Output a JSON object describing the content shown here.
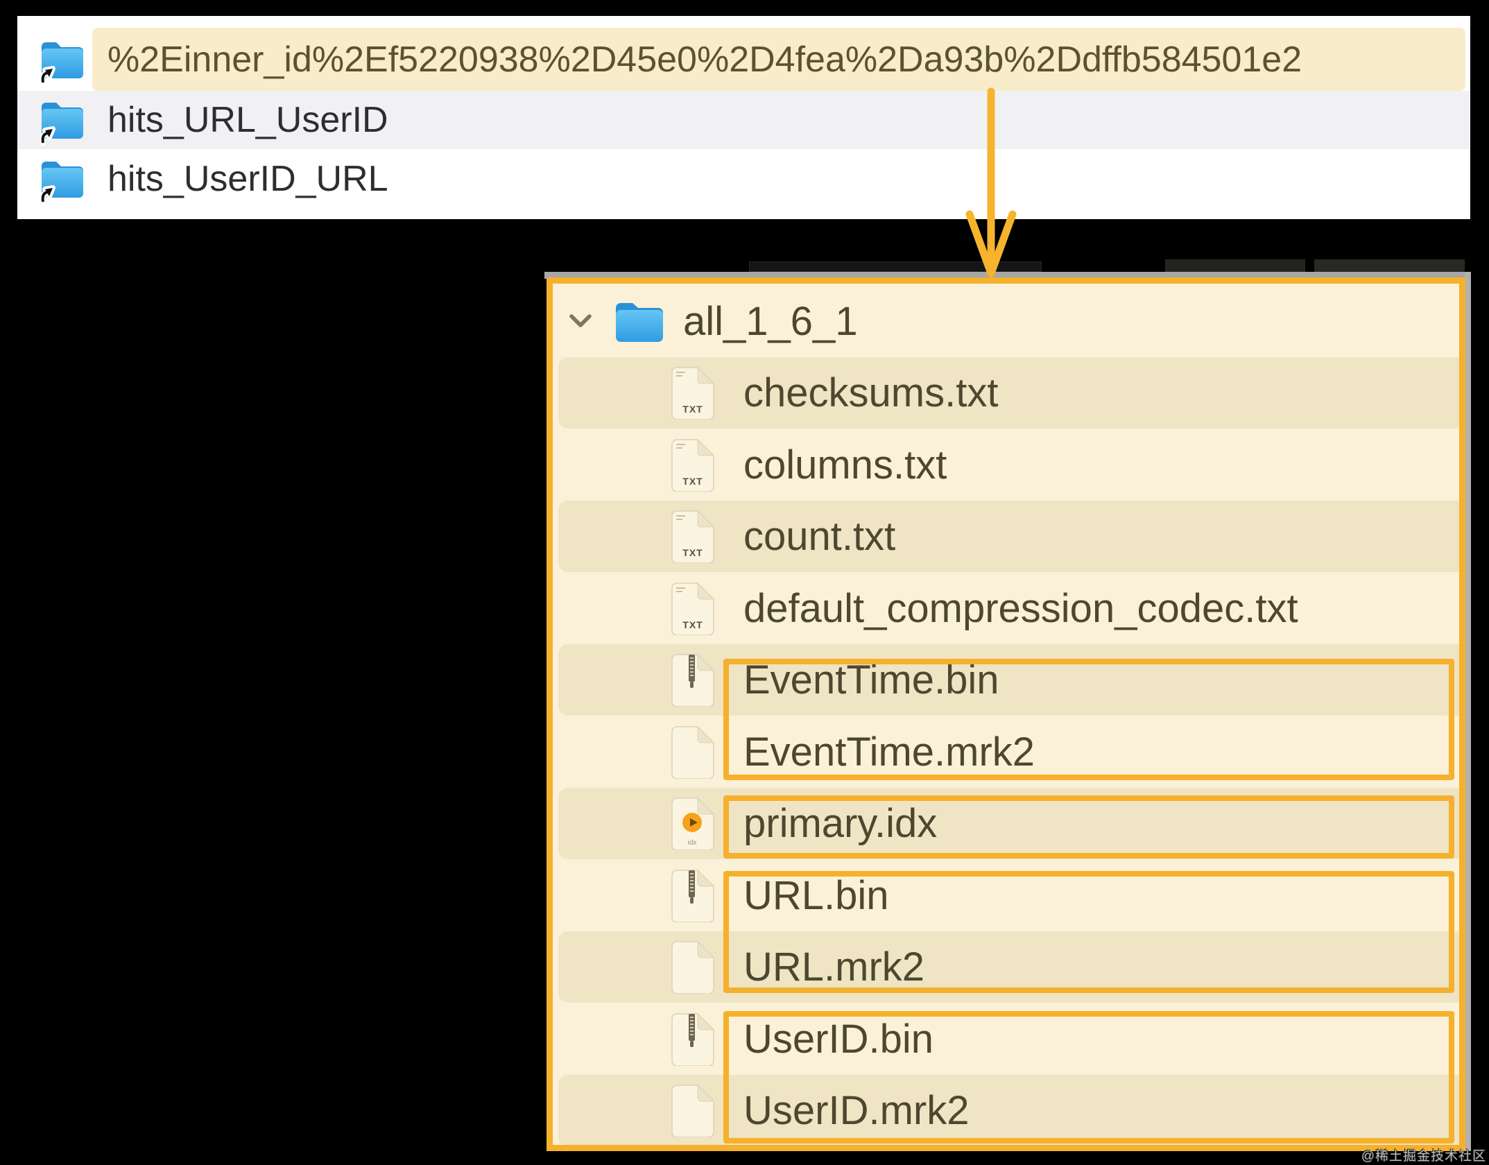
{
  "top_panel": {
    "items": [
      {
        "label": "%2Einner_id%2Ef5220938%2D45e0%2D4fea%2Da93b%2Ddffb584501e2",
        "selected": true,
        "icon": "folder-alias-icon"
      },
      {
        "label": "hits_URL_UserID",
        "selected": false,
        "icon": "folder-alias-icon"
      },
      {
        "label": "hits_UserID_URL",
        "selected": false,
        "icon": "folder-alias-icon"
      }
    ]
  },
  "annotation": {
    "arrow_icon": "down-arrow-icon",
    "arrow_color": "#F5B02C",
    "boxed_groups": [
      [
        "EventTime.bin",
        "EventTime.mrk2"
      ],
      [
        "primary.idx"
      ],
      [
        "URL.bin",
        "URL.mrk2"
      ],
      [
        "UserID.bin",
        "UserID.mrk2"
      ]
    ]
  },
  "tree_panel": {
    "root": {
      "label": "all_1_6_1",
      "expanded": true,
      "icon": "folder-icon",
      "chevron": "chevron-down-icon"
    },
    "files": [
      {
        "label": "checksums.txt",
        "type": "txt"
      },
      {
        "label": "columns.txt",
        "type": "txt"
      },
      {
        "label": "count.txt",
        "type": "txt"
      },
      {
        "label": "default_compression_codec.txt",
        "type": "txt"
      },
      {
        "label": "EventTime.bin",
        "type": "bin"
      },
      {
        "label": "EventTime.mrk2",
        "type": "mrk2"
      },
      {
        "label": "primary.idx",
        "type": "idx"
      },
      {
        "label": "URL.bin",
        "type": "bin"
      },
      {
        "label": "URL.mrk2",
        "type": "mrk2"
      },
      {
        "label": "UserID.bin",
        "type": "bin"
      },
      {
        "label": "UserID.mrk2",
        "type": "mrk2"
      }
    ]
  },
  "watermark": "@稀土掘金技术社区",
  "colors": {
    "accent_orange": "#F5B02C",
    "selection_cream": "#F8ECCA",
    "panel_cream": "#FAF1D8",
    "panel_stripe": "#EFE4C4",
    "list_stripe_gray": "#F1F1F4",
    "folder_blue": "#2F9CE1"
  }
}
